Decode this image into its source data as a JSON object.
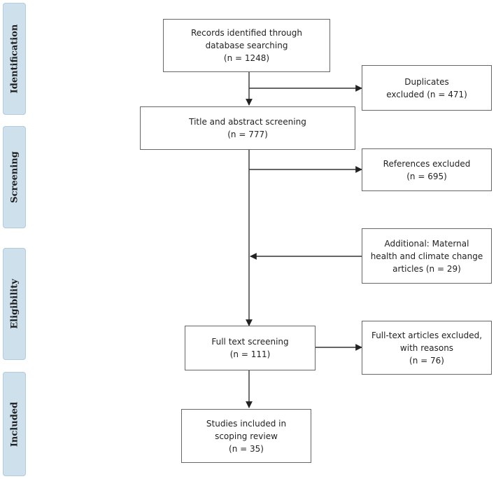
{
  "stages": {
    "identification": "Identification",
    "screening": "Screening",
    "eligibility": "Eligibility",
    "included": "Included"
  },
  "boxes": {
    "records_identified": [
      "Records identified through",
      "database searching",
      "(n = 1248)"
    ],
    "duplicates_excluded": [
      "Duplicates",
      "excluded (n = 471)"
    ],
    "title_abstract": [
      "Title and abstract screening",
      "(n = 777)"
    ],
    "references_excluded": [
      "References excluded",
      "(n = 695)"
    ],
    "additional_articles": [
      "Additional: Maternal",
      "health and climate change",
      "articles (n = 29)"
    ],
    "full_text": [
      "Full text screening",
      "(n = 111)"
    ],
    "full_text_excluded": [
      "Full-text articles excluded,",
      "with reasons",
      "(n = 76)"
    ],
    "studies_included": [
      "Studies included in",
      "scoping review",
      "(n = 35)"
    ]
  }
}
